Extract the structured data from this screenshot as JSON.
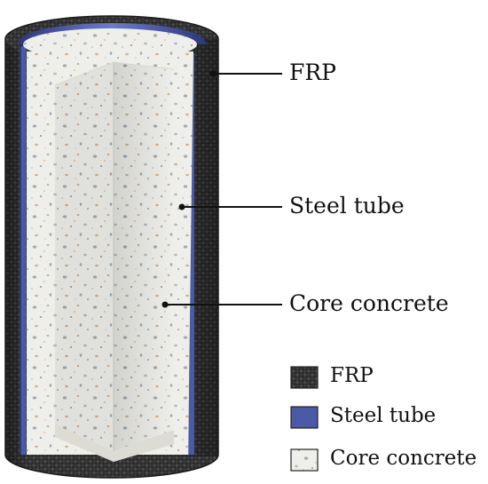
{
  "callouts": {
    "frp": "FRP",
    "steel_tube": "Steel tube",
    "core_concrete": "Core concrete"
  },
  "legend": [
    {
      "label": "FRP",
      "swatch": "carbon-weave-swatch",
      "color": "#2e2e2e"
    },
    {
      "label": "Steel tube",
      "swatch": "steel-swatch",
      "color": "#4a5aa6"
    },
    {
      "label": "Core concrete",
      "swatch": "concrete-swatch",
      "color": "#eeeeea"
    }
  ],
  "colors": {
    "frp": "#2e2e2e",
    "steel": "#4a5aa6",
    "concrete": "#eeeeea",
    "aggregate_grey": "#a9a9a9",
    "aggregate_tan": "#d4b08a",
    "leader": "#111111"
  }
}
